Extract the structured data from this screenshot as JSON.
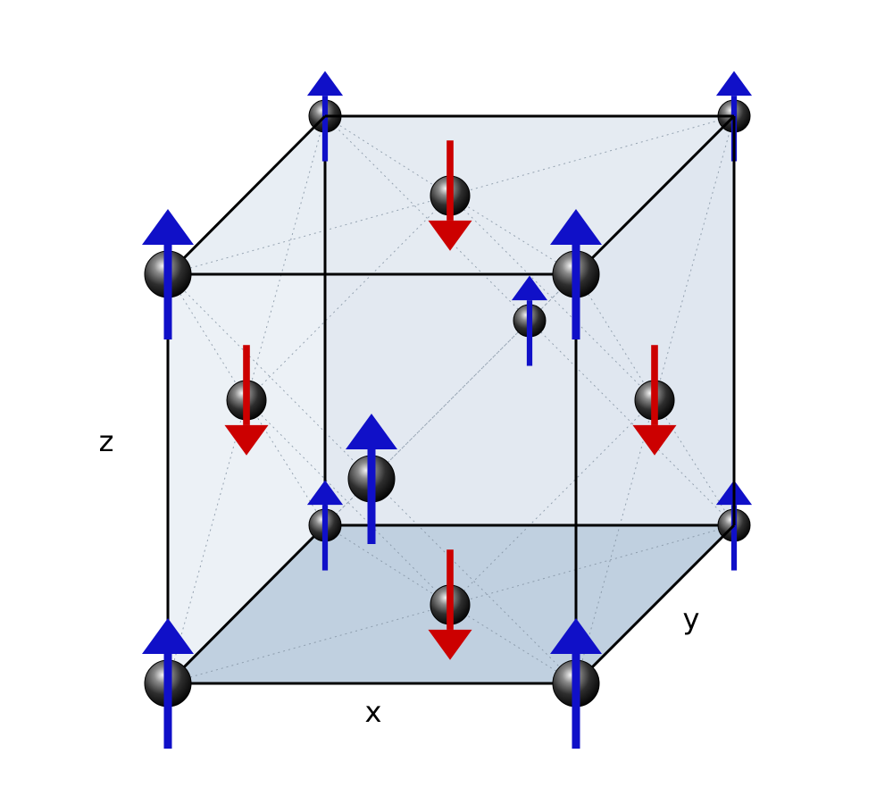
{
  "axes": {
    "x_label": "x",
    "y_label": "y",
    "z_label": "z"
  },
  "colors": {
    "spin_up": "#1010c8",
    "spin_down": "#cc0000",
    "atom_fill": "#2a2a2a",
    "edge": "#000000",
    "face_back": "#e1e8f0",
    "face_side": "#ebf0f5",
    "face_bottom": "#c0d0e0",
    "guide_line": "#8090a0"
  },
  "sites": [
    {
      "id": "corner-back-top-left",
      "kind": "corner",
      "depth": "back",
      "spin": "up"
    },
    {
      "id": "corner-back-top-right",
      "kind": "corner",
      "depth": "back",
      "spin": "up"
    },
    {
      "id": "corner-back-bottom-left",
      "kind": "corner",
      "depth": "back",
      "spin": "up"
    },
    {
      "id": "corner-back-bottom-right",
      "kind": "corner",
      "depth": "back",
      "spin": "up"
    },
    {
      "id": "corner-front-top-left",
      "kind": "corner",
      "depth": "front",
      "spin": "up"
    },
    {
      "id": "corner-front-top-right",
      "kind": "corner",
      "depth": "front",
      "spin": "up"
    },
    {
      "id": "corner-front-bottom-left",
      "kind": "corner",
      "depth": "front",
      "spin": "up"
    },
    {
      "id": "corner-front-bottom-right",
      "kind": "corner",
      "depth": "front",
      "spin": "up"
    },
    {
      "id": "face-top",
      "kind": "face",
      "depth": "mid",
      "spin": "down"
    },
    {
      "id": "face-bottom",
      "kind": "face",
      "depth": "mid",
      "spin": "down"
    },
    {
      "id": "face-left",
      "kind": "face",
      "depth": "mid",
      "spin": "down"
    },
    {
      "id": "face-right",
      "kind": "face",
      "depth": "mid",
      "spin": "down"
    },
    {
      "id": "face-back",
      "kind": "face",
      "depth": "back",
      "spin": "up"
    },
    {
      "id": "face-front",
      "kind": "face",
      "depth": "front",
      "spin": "up"
    }
  ]
}
